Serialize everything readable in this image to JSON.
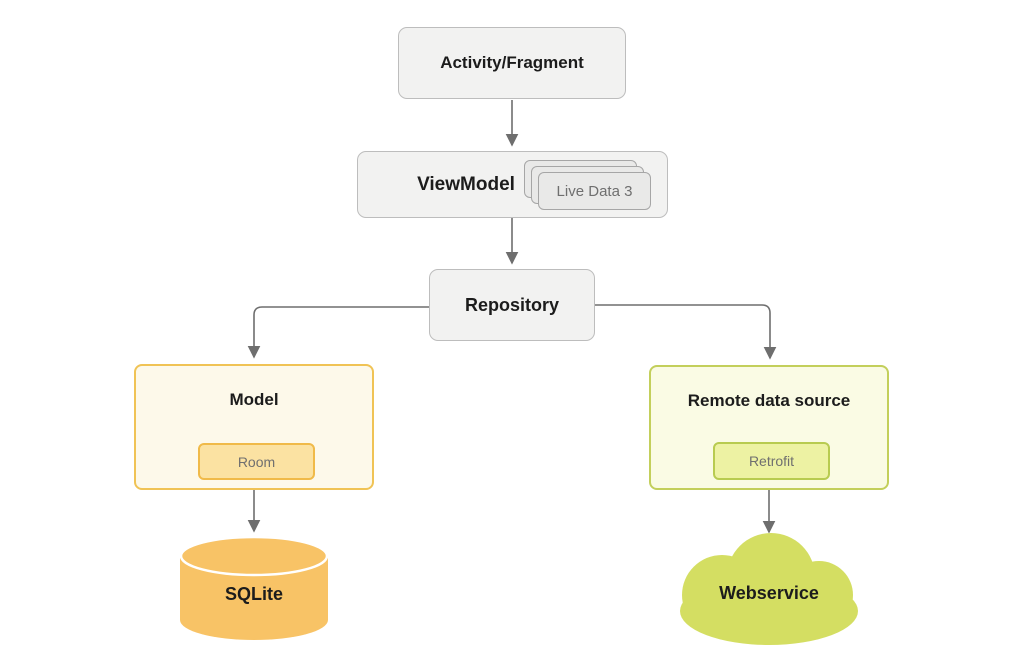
{
  "diagram": {
    "nodes": {
      "activity": {
        "label": "Activity/Fragment"
      },
      "viewmodel": {
        "label": "ViewModel",
        "livedata_label": "Live Data 3"
      },
      "repository": {
        "label": "Repository"
      },
      "model": {
        "label": "Model",
        "room_label": "Room"
      },
      "remote": {
        "label": "Remote data source",
        "retrofit_label": "Retrofit"
      },
      "sqlite": {
        "label": "SQLite"
      },
      "webservice": {
        "label": "Webservice"
      }
    },
    "colors": {
      "gray_fill": "#f2f2f1",
      "gray_border": "#bdbdbd",
      "card_fill": "#e9e9e8",
      "card_border": "#a6a6a6",
      "model_fill": "#fdf9ea",
      "model_border": "#f0c355",
      "room_fill": "#fbe2a2",
      "room_border": "#f0ba49",
      "remote_fill": "#fafbe4",
      "remote_border": "#c3cf5b",
      "retrofit_fill": "#edf2a3",
      "retrofit_border": "#b8cb50",
      "cylinder": "#f8c366",
      "cloud": "#d4de62",
      "arrow": "#6e6e6e",
      "text_dark": "#1c1c1c",
      "text_gray": "#6f6f6f"
    }
  }
}
